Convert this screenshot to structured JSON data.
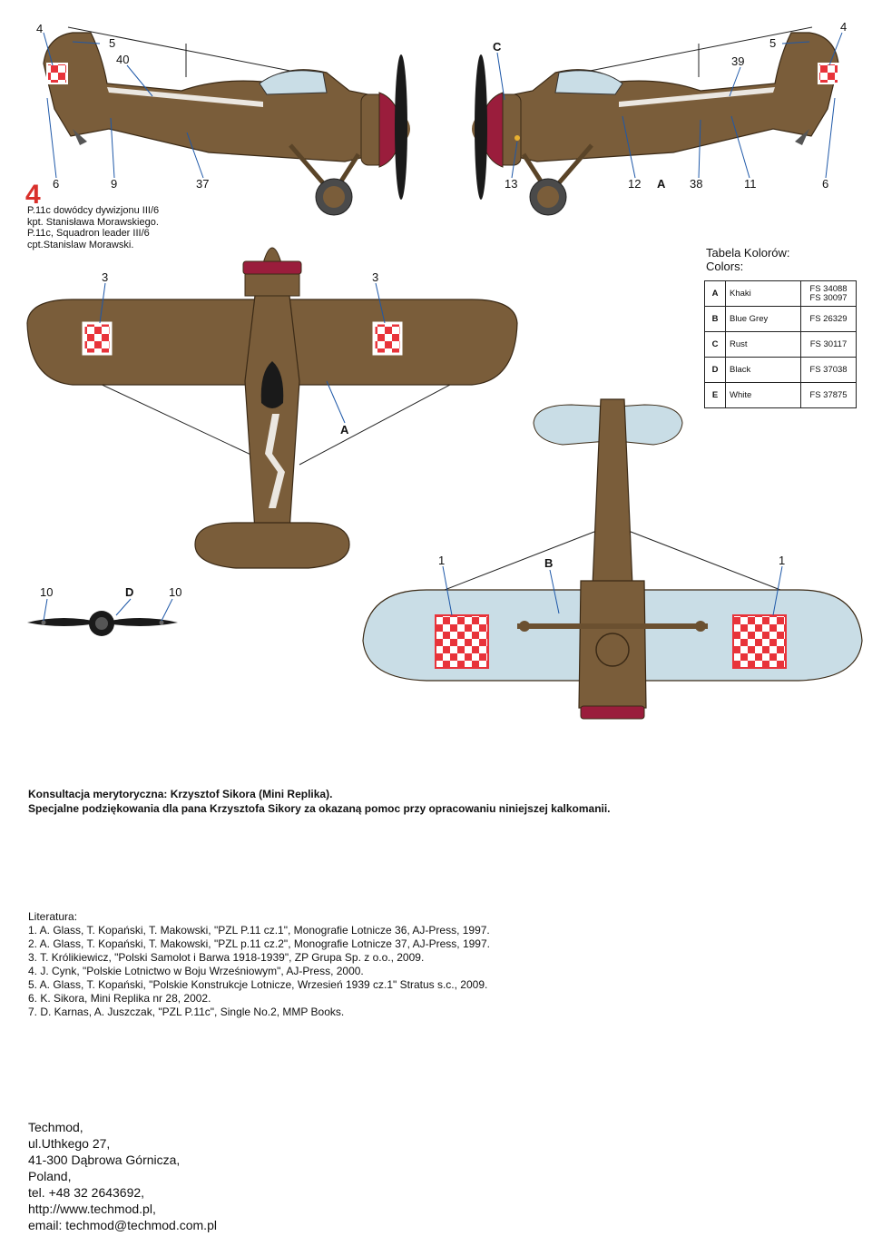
{
  "callouts": {
    "side_left": [
      "4",
      "5",
      "40",
      "6",
      "9",
      "37"
    ],
    "side_right": [
      "C",
      "5",
      "4",
      "39",
      "13",
      "12",
      "A",
      "38",
      "11",
      "6"
    ],
    "top": [
      "3",
      "3",
      "A"
    ],
    "bottom": [
      "1",
      "B",
      "1"
    ],
    "propeller": [
      "10",
      "D",
      "10"
    ]
  },
  "caption": {
    "number": "4",
    "lines": [
      "P.11c dowódcy dywizjonu III/6",
      "kpt. Stanisława Morawskiego.",
      "P.11c, Squadron leader III/6",
      "cpt.Stanislaw Morawski."
    ]
  },
  "colors": {
    "title_pl": "Tabela Kolorów:",
    "title_en": "Colors:",
    "rows": [
      {
        "key": "A",
        "name": "Khaki",
        "fs1": "FS 34088",
        "fs2": "FS 30097",
        "swatch": "#7a5d3a"
      },
      {
        "key": "B",
        "name": "Blue Grey",
        "fs1": "FS 26329",
        "fs2": "",
        "swatch": "#c9dde6"
      },
      {
        "key": "C",
        "name": "Rust",
        "fs1": "FS 30117",
        "fs2": "",
        "swatch": "#9a1d3c"
      },
      {
        "key": "D",
        "name": "Black",
        "fs1": "FS 37038",
        "fs2": "",
        "swatch": "#1a1a1a"
      },
      {
        "key": "E",
        "name": "White",
        "fs1": "FS 37875",
        "fs2": "",
        "swatch": "#ffffff"
      }
    ]
  },
  "credits": {
    "line1": "Konsultacja merytoryczna: Krzysztof Sikora (Mini Replika).",
    "line2": "Specjalne podziękowania dla pana Krzysztofa Sikory za okazaną pomoc przy opracowaniu niniejszej kalkomanii."
  },
  "literature": {
    "title": "Literatura:",
    "items": [
      "1. A. Glass, T. Kopański, T. Makowski, \"PZL P.11 cz.1\", Monografie Lotnicze 36, AJ-Press, 1997.",
      "2. A. Glass, T. Kopański, T. Makowski, \"PZL p.11 cz.2\", Monografie Lotnicze 37, AJ-Press, 1997.",
      "3. T. Królikiewicz, \"Polski Samolot i Barwa 1918-1939\", ZP Grupa Sp. z o.o., 2009.",
      "4. J. Cynk, \"Polskie Lotnictwo w Boju Wrześniowym\", AJ-Press, 2000.",
      "5. A. Glass, T. Kopański, \"Polskie Konstrukcje Lotnicze, Wrzesień 1939 cz.1\" Stratus s.c., 2009.",
      "6. K. Sikora, Mini Replika nr 28, 2002.",
      "7. D. Karnas, A. Juszczak, \"PZL P.11c\", Single No.2, MMP Books."
    ]
  },
  "address": {
    "lines": [
      "Techmod,",
      "ul.Uthkego 27,",
      "41-300 Dąbrowa Górnicza,",
      "Poland,",
      "tel. +48 32 2643692,",
      "http://www.techmod.pl,",
      "email: techmod@techmod.com.pl"
    ]
  },
  "palette": {
    "khaki": "#7a5d3a",
    "blue_grey": "#c9dde6",
    "rust": "#9a1d3c",
    "black": "#1a1a1a",
    "red": "#e8333a"
  }
}
